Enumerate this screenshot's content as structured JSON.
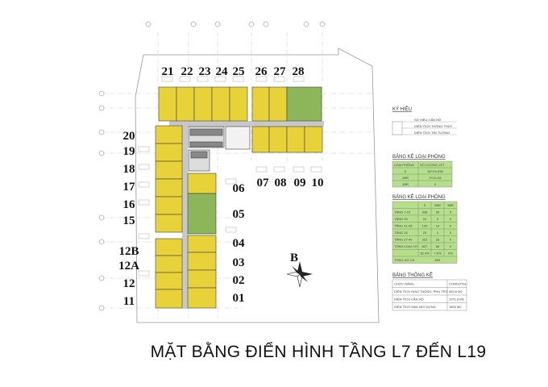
{
  "title": "MẶT BẰNG ĐIỂN HÌNH TẦNG L7 ĐẾN L19",
  "units": {
    "top": [
      "21",
      "22",
      "23",
      "24",
      "25",
      "26",
      "27",
      "28"
    ],
    "right": [
      "07",
      "08",
      "09",
      "10"
    ],
    "left": [
      "20",
      "19",
      "18",
      "17",
      "16",
      "15",
      "12B",
      "12A",
      "12",
      "11"
    ],
    "middle": [
      "06",
      "05",
      "04",
      "03",
      "02",
      "01"
    ]
  },
  "compass_label": "B",
  "colors": {
    "unit": "#e8d23a",
    "unit_green": "#8db55a",
    "corridor": "#c8c8c8",
    "table_fill": "#b6df8c"
  },
  "legend": {
    "heading": "KÝ HIỆU",
    "items": [
      "SỐ HIỆU CĂN HỘ",
      "DIỆN TÍCH THÔNG THỦY",
      "DIỆN TÍCH TIM TƯỜNG"
    ]
  },
  "room_types": {
    "heading": "BẢNG KÊ LOẠI PHÒNG",
    "headers": [
      "LOẠI PHÒNG",
      "SỐ LƯỢNG 1ST"
    ],
    "rows": [
      [
        "S",
        "26*13=338"
      ],
      [
        "2BR",
        "2*13=26"
      ],
      [
        "3BR",
        "0"
      ]
    ]
  },
  "room_types_by_floor": {
    "heading": "BẢNG KÊ LOẠI PHÒNG",
    "headers": [
      "",
      "S",
      "2BR",
      "3BR"
    ],
    "rows": [
      [
        "TẦNG 7-19",
        "338",
        "26",
        "0"
      ],
      [
        "TẦNG 20",
        "24",
        "2",
        "0"
      ],
      [
        "TẦNG 21-25",
        "120",
        "10",
        "0"
      ],
      [
        "TẦNG 26",
        "23",
        "2",
        "0"
      ],
      [
        "TẦNG 27-40",
        "322",
        "28",
        "0"
      ],
      [
        "TỔNG LOẠI CH",
        "827",
        "68",
        "0"
      ],
      [
        "",
        "92.4%",
        "7.6%",
        "0%"
      ]
    ],
    "total_label": "TỔNG SỐ CH",
    "total_value": "895"
  },
  "statistics": {
    "heading": "BẢNG THỐNG KÊ",
    "headers": [
      "CHỨC NĂNG",
      "CONDOTEL"
    ],
    "rows": [
      [
        "DIỆN TÍCH GIAO THÔNG, PHỤ TRỢ",
        "453.6 M2"
      ],
      [
        "DIỆN TÍCH CĂN HỘ",
        "1371.8 M2"
      ],
      [
        "DIỆN TÍCH SÀN XÂY DỰNG",
        "1805 M2"
      ]
    ]
  }
}
